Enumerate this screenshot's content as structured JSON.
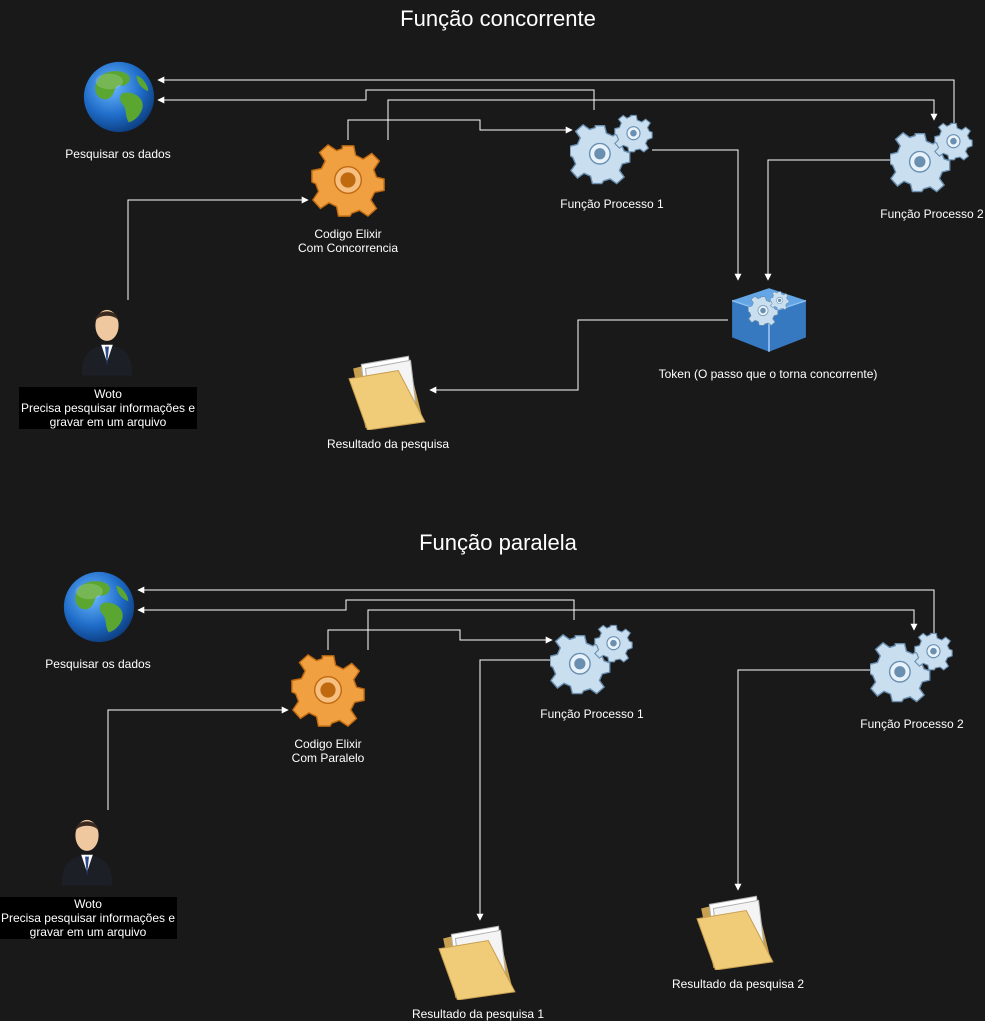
{
  "colors": {
    "background": "#191919",
    "connector": "#ffffff",
    "gear_orange": "#f0a040",
    "gear_blue": "#b8d4ea",
    "folder": "#e8c070",
    "globe_ocean": "#2a7ad8",
    "globe_land": "#4a9a2a",
    "token_box": "#3a8ad8"
  },
  "concurrent": {
    "title": "Função concorrente",
    "globe_label": "Pesquisar os dados",
    "code_label_line1": "Codigo Elixir",
    "code_label_line2": "Com Concorrencia",
    "process1_label": "Função Processo 1",
    "process2_label": "Função Processo 2",
    "token_label": "Token (O passo que o torna concorrente)",
    "result_label": "Resultado da pesquisa",
    "user_name": "Woto",
    "user_desc_line1": "Precisa pesquisar informações e",
    "user_desc_line2": "gravar em um arquivo"
  },
  "parallel": {
    "title": "Função paralela",
    "globe_label": "Pesquisar os dados",
    "code_label_line1": "Codigo Elixir",
    "code_label_line2": "Com Paralelo",
    "process1_label": "Função Processo 1",
    "process2_label": "Função Processo 2",
    "result1_label": "Resultado da pesquisa 1",
    "result2_label": "Resultado da pesquisa 2",
    "user_name": "Woto",
    "user_desc_line1": "Precisa pesquisar informações e",
    "user_desc_line2": "gravar em um arquivo"
  },
  "icons": {
    "globe": "globe-icon",
    "gear": "gear-icon",
    "gears": "gears-icon",
    "user": "businessman-icon",
    "folder": "folder-icon",
    "token": "cube-gears-icon"
  }
}
